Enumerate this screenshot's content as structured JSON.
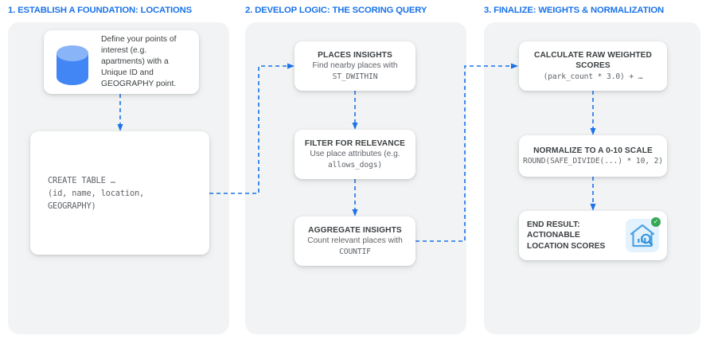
{
  "columns": [
    {
      "heading": "1. ESTABLISH A FOUNDATION: LOCATIONS"
    },
    {
      "heading": "2. DEVELOP LOGIC: THE SCORING QUERY"
    },
    {
      "heading": "3. FINALIZE: WEIGHTS & NORMALIZATION"
    }
  ],
  "col1": {
    "define": {
      "icon": "database-cylinder-icon",
      "text": "Define your points of interest (e.g. apartments) with a Unique ID and GEOGRAPHY point."
    },
    "create_table": {
      "code": "CREATE TABLE …\n(id, name, location,\nGEOGRAPHY)"
    }
  },
  "col2": {
    "places": {
      "title": "PLACES INSIGHTS",
      "subtitle": "Find nearby places with",
      "code": "ST_DWITHIN"
    },
    "filter": {
      "title": "FILTER FOR RELEVANCE",
      "subtitle": "Use place attributes (e.g.",
      "code": "allows_dogs)"
    },
    "aggregate": {
      "title": "AGGREGATE INSIGHTS",
      "subtitle": "Count relevant places with",
      "code": "COUNTIF"
    }
  },
  "col3": {
    "calculate": {
      "title": "CALCULATE RAW WEIGHTED SCORES",
      "code": "(park_count * 3.0) + …"
    },
    "normalize": {
      "title": "NORMALIZE TO A 0-10 SCALE",
      "code": "ROUND(SAFE_DIVIDE(...) * 10, 2)"
    },
    "end_result": {
      "text": "END RESULT: ACTIONABLE LOCATION SCORES",
      "icon": "house-analytics-search-icon",
      "badge": "✓"
    }
  },
  "colors": {
    "accent": "#1a73e8",
    "panel_bg": "#f1f3f4",
    "card_bg": "#ffffff",
    "title_text": "#3c4043",
    "body_text": "#5f6368",
    "db_icon": "#4285f4",
    "db_icon_top": "#8ab4f8",
    "badge_green": "#34a853",
    "result_icon_bg": "#e3f2fd"
  }
}
